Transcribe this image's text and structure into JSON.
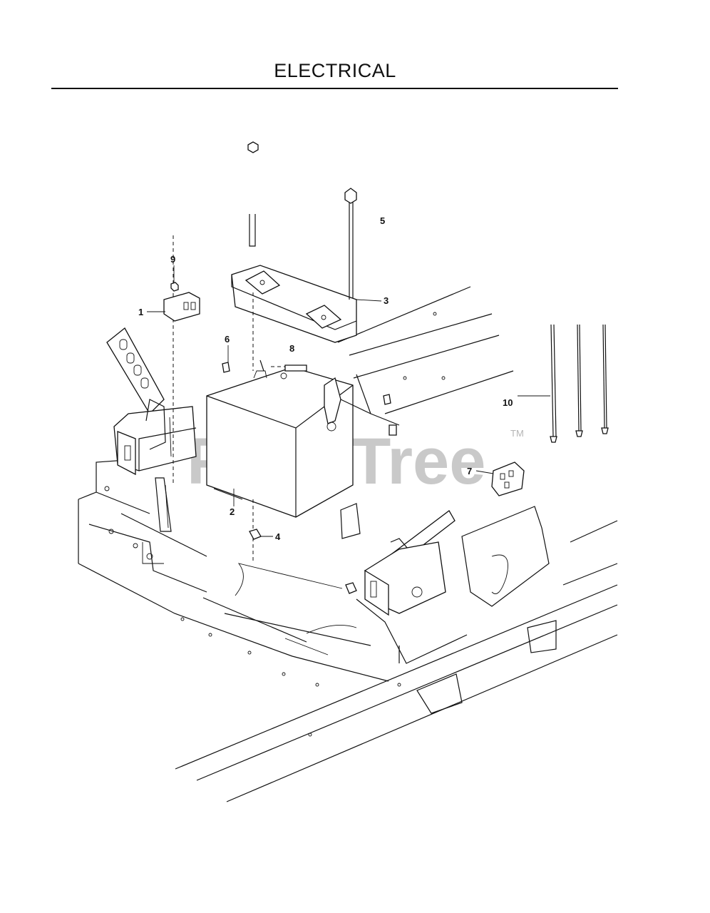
{
  "title": "ELECTRICAL",
  "watermark": {
    "text": "PartsTree",
    "trademark": "TM"
  },
  "callouts": {
    "c1": "1",
    "c2": "2",
    "c3": "3",
    "c4": "4",
    "c5": "5",
    "c6": "6",
    "c7": "7",
    "c8": "8",
    "c9": "9",
    "c10": "10"
  }
}
